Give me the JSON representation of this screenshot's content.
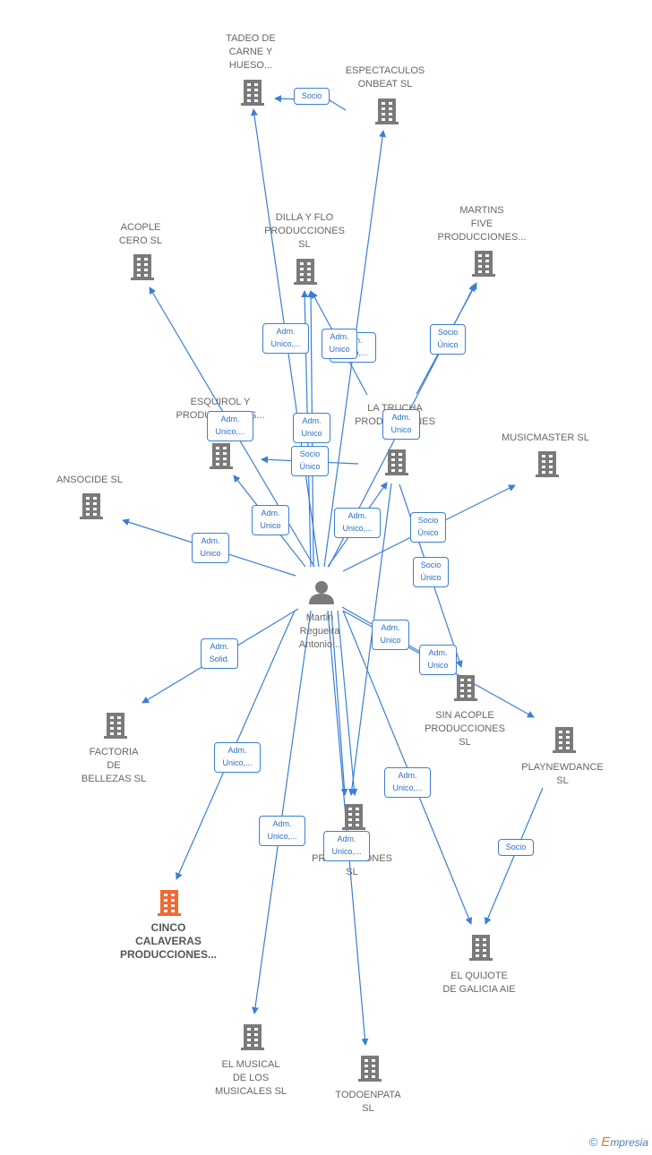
{
  "colors": {
    "edge": "#3a7fd5",
    "building": "#7a7a7a",
    "highlight": "#f06a35",
    "person": "#7a7a7a"
  },
  "person": {
    "label": "Martin\nRegueira\nAntonio...",
    "icon": "person-icon"
  },
  "nodes": [
    {
      "id": "tadeo",
      "label": "TADEO DE\nCARNE Y\nHUESO...",
      "icon": "building-icon"
    },
    {
      "id": "espectaculos",
      "label": "ESPECTACULOS\nONBEAT  SL",
      "icon": "building-icon"
    },
    {
      "id": "acople",
      "label": "ACOPLE\nCERO  SL",
      "icon": "building-icon"
    },
    {
      "id": "dilla",
      "label": "DILLA Y FLO\nPRODUCCIONES\nSL",
      "icon": "building-icon"
    },
    {
      "id": "martins",
      "label": "MARTINS\nFIVE\nPRODUCCIONES...",
      "icon": "building-icon"
    },
    {
      "id": "esquirol",
      "label": "ESQUIROL Y\nPRODUCCIONES...",
      "icon": "building-icon"
    },
    {
      "id": "latrucha",
      "label": "LA TRUCHA\nPRODUCCIONES",
      "icon": "building-icon"
    },
    {
      "id": "musicmaster",
      "label": "MUSICMASTER SL",
      "icon": "building-icon"
    },
    {
      "id": "ansocide",
      "label": "ANSOCIDE  SL",
      "icon": "building-icon"
    },
    {
      "id": "sinacople",
      "label": "SIN ACOPLE\nPRODUCCIONES\nSL",
      "icon": "building-icon"
    },
    {
      "id": "factoria",
      "label": "FACTORIA\nDE\nBELLEZAS SL",
      "icon": "building-icon"
    },
    {
      "id": "playnewdance",
      "label": "PLAYNEWDANCE\nSL",
      "icon": "building-icon"
    },
    {
      "id": "lasprod",
      "label": "LAS\nPRODUCCIONES\nSL",
      "icon": "building-icon"
    },
    {
      "id": "cinco",
      "label": "CINCO\nCALAVERAS\nPRODUCCIONES...",
      "icon": "building-icon",
      "highlight": true
    },
    {
      "id": "quijote",
      "label": "EL QUIJOTE\nDE GALICIA AIE",
      "icon": "building-icon"
    },
    {
      "id": "musical",
      "label": "EL MUSICAL\nDE LOS\nMUSICALES  SL",
      "icon": "building-icon"
    },
    {
      "id": "todoenpata",
      "label": "TODOENPATA\nSL",
      "icon": "building-icon"
    }
  ],
  "edge_labels": [
    "Socio",
    "Adm.\nUnico,...",
    "Adm.\nUnico,...",
    "Socio\nÚnico",
    "Adm.\nUnico,...",
    "Adm.\nUnico",
    "Adm.\nUnico",
    "Socio\nÚnico",
    "Adm.\nUnico",
    "Adm.\nUnico,...",
    "Adm.\nUnico",
    "Adm.\nUnico",
    "Socio\nÚnico",
    "Adm.\nSolid.",
    "Socio\nÚnico",
    "Adm.\nUnico",
    "Adm.\nUnico",
    "Adm.\nUnico",
    "Adm.\nUnico,...",
    "Adm.\nUnico,...",
    "Adm.\nUnico,...",
    "Adm.\nUnico,...",
    "Socio"
  ],
  "brand": {
    "copyright": "©",
    "initial": "E",
    "rest": "mpresia"
  }
}
